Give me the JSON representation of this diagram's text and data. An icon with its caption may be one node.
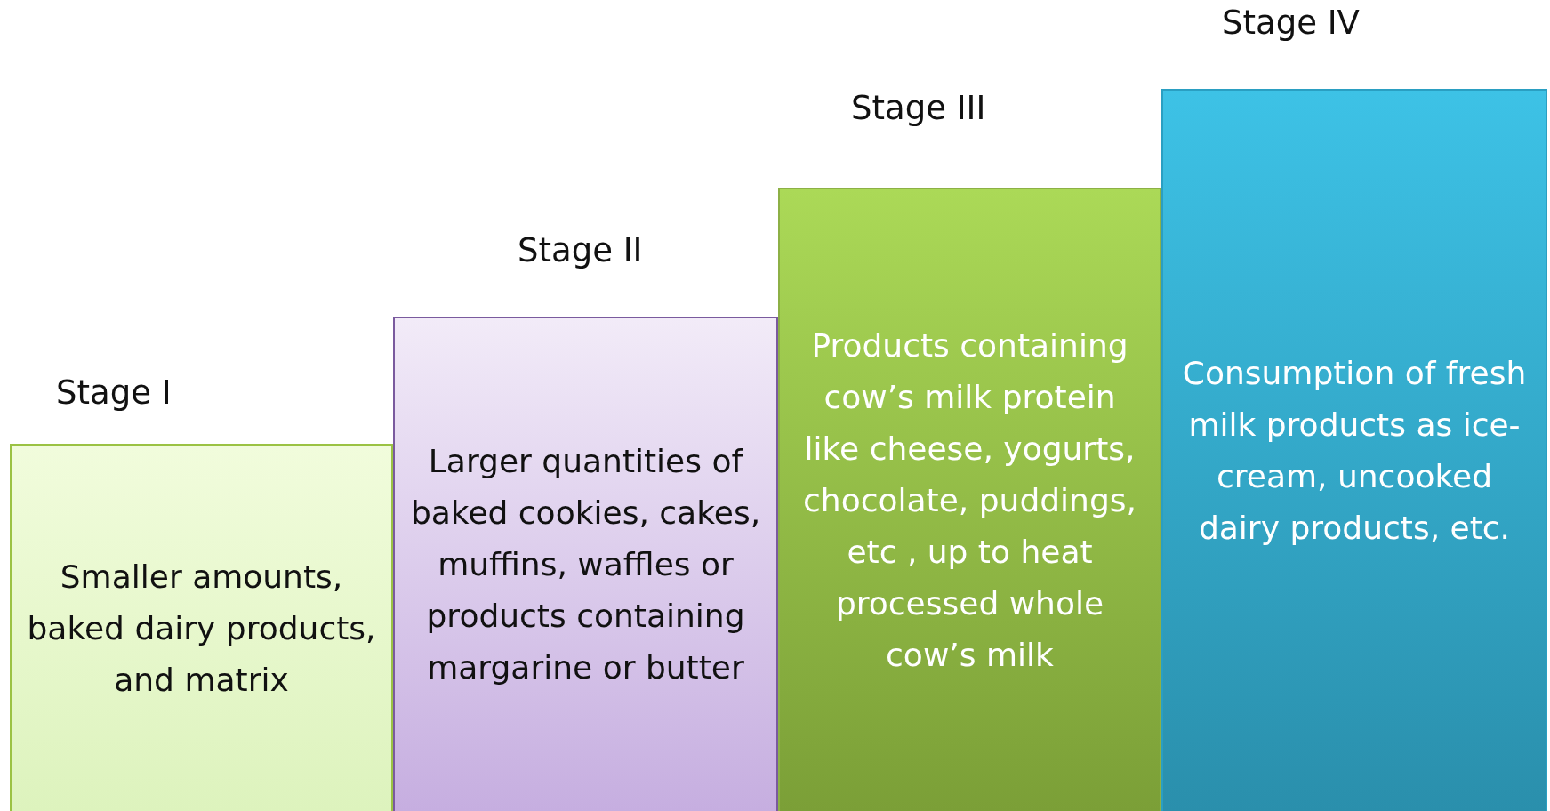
{
  "diagram": {
    "nodes": [
      {
        "text": [
          "Stage I",
          "Smaller amounts, baked dairy products, and matrix"
        ]
      },
      {
        "text": [
          "Stage II",
          "Larger quantities of baked cookies, cakes, muffins, waffles or products containing margarine or butter"
        ]
      },
      {
        "text": [
          "Stage III",
          "Products containing cow’s milk protein like cheese, yogurts, chocolate, puddings, etc , up to heat processed whole cow’s milk"
        ]
      },
      {
        "text": [
          "Stage IV",
          "Consumption of fresh milk products as ice-cream, uncooked dairy products, etc."
        ]
      }
    ],
    "edges": []
  }
}
